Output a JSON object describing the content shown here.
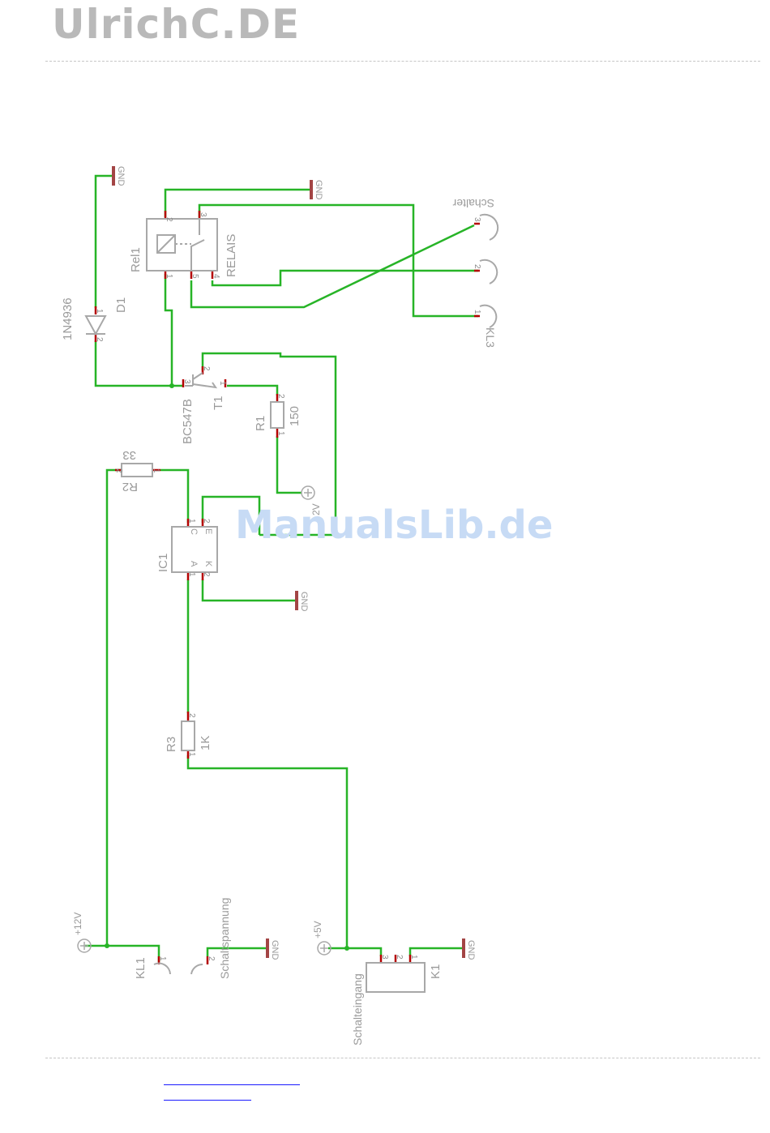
{
  "header": {
    "logo": "UlrichC.DE"
  },
  "watermark": "ManualsLib.de",
  "components": {
    "gnd": "GND",
    "relay_name": "Rel1",
    "relay_value": "RELAIS",
    "diode_name": "D1",
    "diode_value": "1N4936",
    "transistor_name": "T1",
    "transistor_value": "BC547B",
    "r1_name": "R1",
    "r1_value": "150",
    "r2_name": "R2",
    "r2_value": "33",
    "r3_name": "R3",
    "r3_value": "1K",
    "ic_name": "IC1",
    "ic_c": "C",
    "ic_e": "E",
    "ic_a": "A",
    "ic_k": "K",
    "supply_2v": "2V",
    "supply_12v": "+12V",
    "supply_5v": "+5V",
    "schalter": "Schalter",
    "kl3": "KL3",
    "kl1": "KL1",
    "schaltspannung": "Schaltspannung",
    "schalteingang": "Schalteingang",
    "k1": "K1"
  }
}
